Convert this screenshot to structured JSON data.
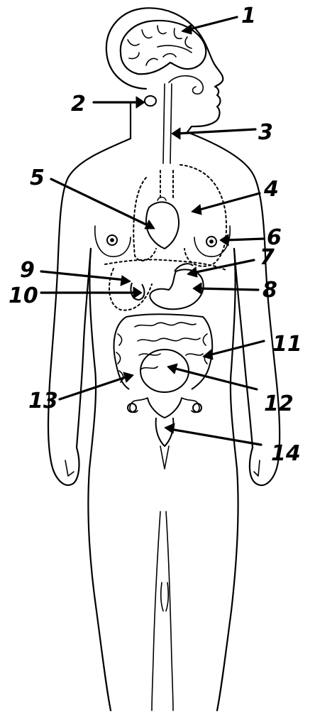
{
  "diagram": {
    "labels": [
      {
        "num": "1"
      },
      {
        "num": "2"
      },
      {
        "num": "3"
      },
      {
        "num": "4"
      },
      {
        "num": "5"
      },
      {
        "num": "6"
      },
      {
        "num": "7"
      },
      {
        "num": "8"
      },
      {
        "num": "9"
      },
      {
        "num": "10"
      },
      {
        "num": "11"
      },
      {
        "num": "12"
      },
      {
        "num": "13"
      },
      {
        "num": "14"
      }
    ]
  }
}
